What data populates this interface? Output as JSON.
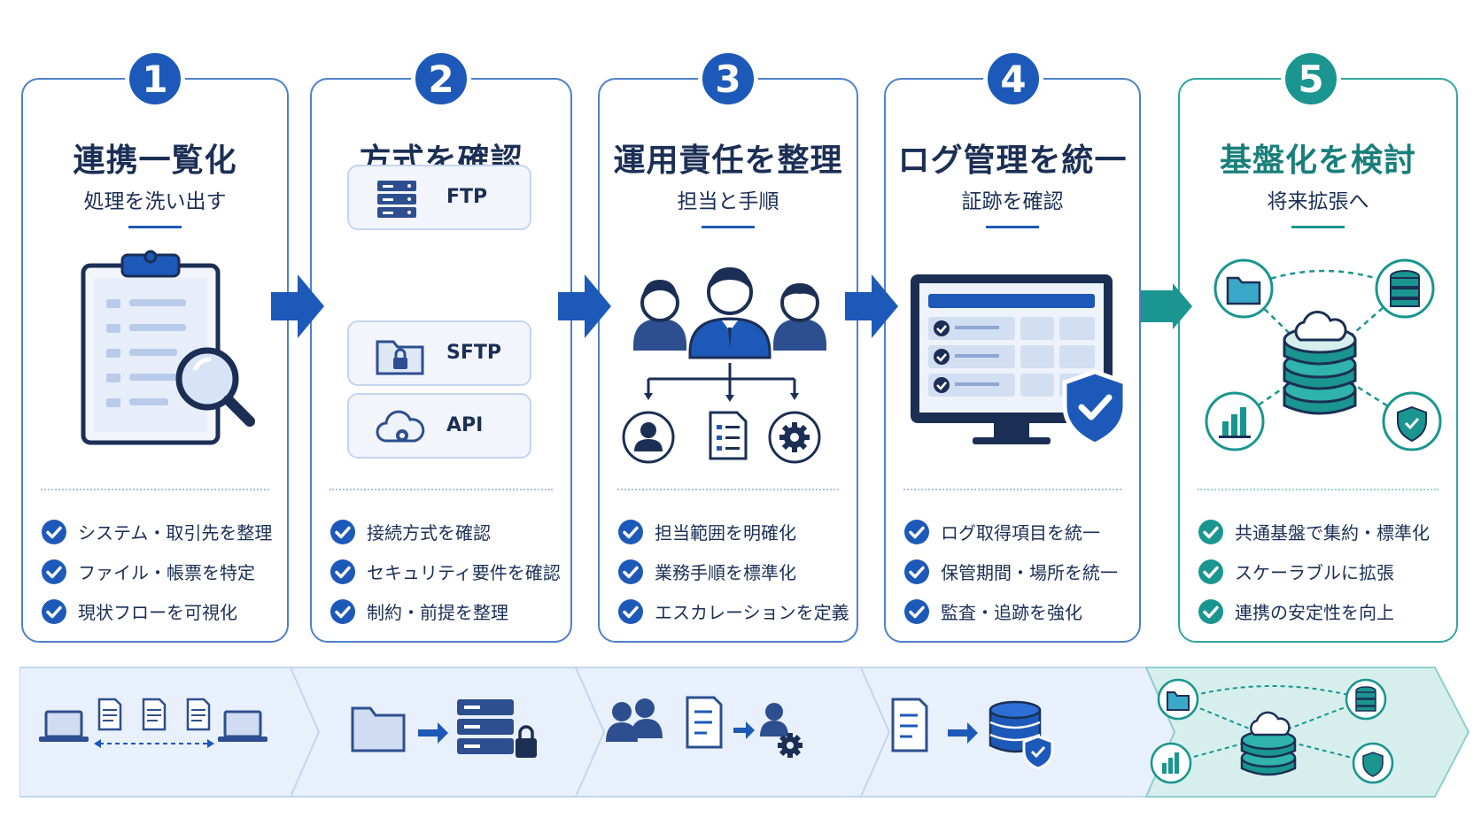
{
  "steps": [
    {
      "number": "1",
      "title": "連携一覧化",
      "subtitle": "処理を洗い出す",
      "checks": [
        "システム・取引先を整理",
        "ファイル・帳票を特定",
        "現状フローを可視化"
      ],
      "icon": "clipboard-search-icon"
    },
    {
      "number": "2",
      "title": "方式を確認",
      "subtitle": "FTP/SFTP/API",
      "methods": [
        "FTP",
        "SFTP",
        "API"
      ],
      "checks": [
        "接続方式を確認",
        "セキュリティ要件を確認",
        "制約・前提を整理"
      ],
      "icon": "transfer-methods-icon"
    },
    {
      "number": "3",
      "title": "運用責任を整理",
      "subtitle": "担当と手順",
      "checks": [
        "担当範囲を明確化",
        "業務手順を標準化",
        "エスカレーションを定義"
      ],
      "icon": "team-icon"
    },
    {
      "number": "4",
      "title": "ログ管理を統一",
      "subtitle": "証跡を確認",
      "checks": [
        "ログ取得項目を統一",
        "保管期間・場所を統一",
        "監査・追跡を強化"
      ],
      "icon": "monitor-shield-icon"
    },
    {
      "number": "5",
      "title": "基盤化を検討",
      "subtitle": "将来拡張へ",
      "checks": [
        "共通基盤で集約・標準化",
        "スケーラブルに拡張",
        "連携の安定性を向上"
      ],
      "icon": "cloud-platform-icon"
    }
  ],
  "colors": {
    "primary": "#1d59b8",
    "navy": "#1b2f55",
    "teal": "#1a958f",
    "card_border": "#4f80c9",
    "band_blue": "#e8f0fb",
    "band_teal": "#d6efed"
  }
}
